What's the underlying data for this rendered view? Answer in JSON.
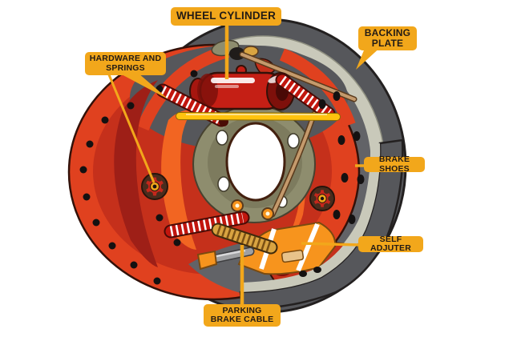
{
  "palette": {
    "bg": "#FFFFFF",
    "label-bg": "#F2A71B",
    "label-text": "#231B15",
    "callout": "#F2A71B",
    "drum-dark": "#56575B",
    "drum-band": "#C9C9BA",
    "drum-inner": "#626367",
    "red-main": "#E0411F",
    "red-mid": "#C5301B",
    "red-dark": "#9E1F17",
    "red-deep": "#7E100B",
    "cylinder-red": "#C51F15",
    "spring-red": "#C2160E",
    "orange": "#F26522",
    "orange-bright": "#F7941D",
    "yellow-bar": "#FFC30E",
    "olive": "#8E8D6E",
    "olive-dark": "#6F6E52",
    "gold": "#D9A441",
    "tan": "#C49A6C",
    "hole": "#141111",
    "outline": "#331109"
  },
  "labels": {
    "wheel_cylinder": "WHEEL CYLINDER",
    "backing_plate": "BACKING PLATE",
    "hardware_and_springs": "HARDWARE AND SPRINGS",
    "brake_shoes": "BRAKE SHOES",
    "self_adjuster": "SELF ADJUTER",
    "parking_brake_cable": "PARKING BRAKE CABLE"
  }
}
